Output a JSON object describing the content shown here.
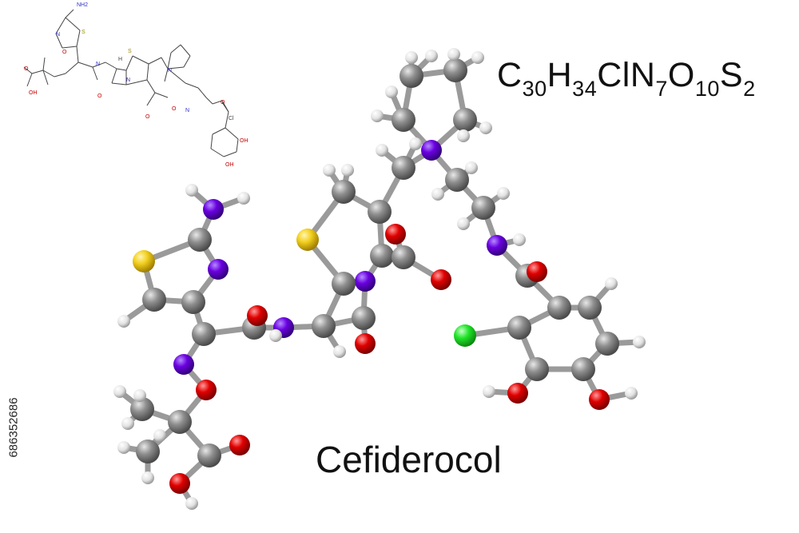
{
  "molecule": {
    "name": "Cefiderocol",
    "formula": [
      {
        "t": "C",
        "s": "30"
      },
      {
        "t": "H",
        "s": "34"
      },
      {
        "t": "ClN",
        "s": "7"
      },
      {
        "t": "O",
        "s": "10"
      },
      {
        "t": "S",
        "s": "2"
      }
    ]
  },
  "skeletal": {
    "labels": [
      "NH2",
      "N",
      "S",
      "O",
      "N",
      "H",
      "S",
      "N",
      "O",
      "N",
      "O",
      "O",
      "OH",
      "Cl",
      "OH",
      "OH",
      "N",
      "O",
      "O"
    ]
  },
  "stock": {
    "id": "686352686"
  },
  "colors": {
    "carbon": "#8a8a8a",
    "hydrogen": "#e6e6e6",
    "nitrogen": "#6a00e0",
    "oxygen": "#e00000",
    "sulfur": "#f2cf1f",
    "chlorine": "#22e52a",
    "bond": "#9a9a9a"
  }
}
